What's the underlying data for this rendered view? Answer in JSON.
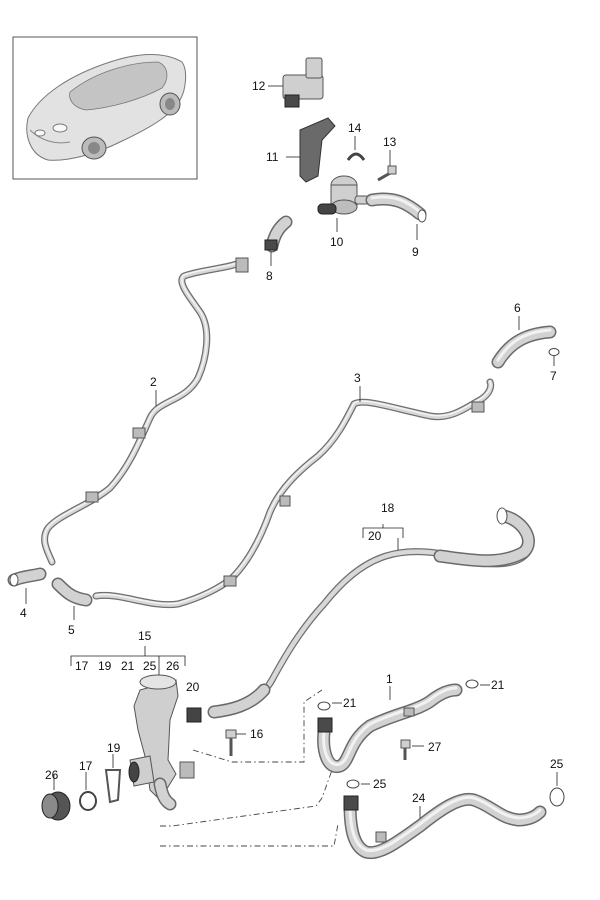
{
  "callouts": {
    "p1": "1",
    "p2": "2",
    "p3": "3",
    "p4": "4",
    "p5": "5",
    "p6": "6",
    "p7": "7",
    "p8": "8",
    "p9": "9",
    "p10": "10",
    "p11": "11",
    "p12": "12",
    "p13": "13",
    "p14": "14",
    "p15": "15",
    "p16": "16",
    "p17": "17",
    "p19": "19",
    "p20_bracket": "20",
    "p20": "20",
    "p21_a": "21",
    "p21_b": "21",
    "p24": "24",
    "p25_a": "25",
    "p25_b": "25",
    "p26": "26",
    "p27": "27",
    "p18": "18"
  },
  "group15_sub": [
    "17",
    "19",
    "21",
    "25",
    "26"
  ]
}
